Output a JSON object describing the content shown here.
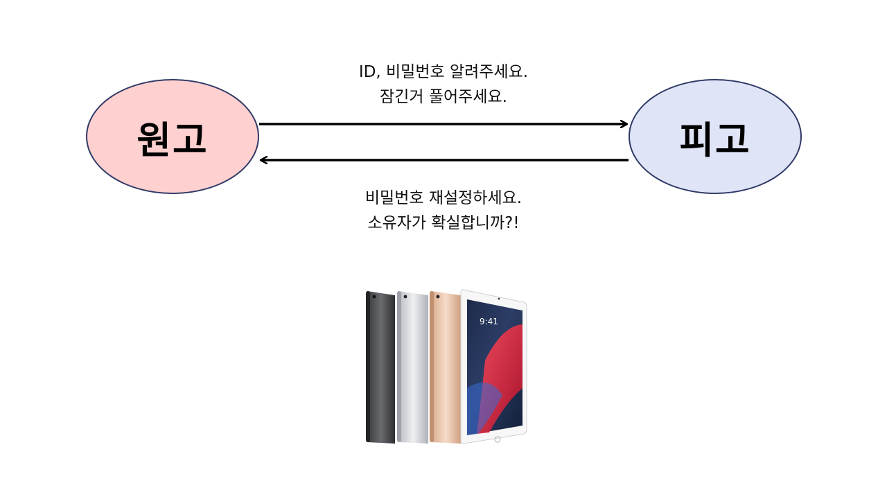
{
  "colors": {
    "plaintiff_fill": "#ffd0d0",
    "defendant_fill": "#dfe4f6",
    "node_border": "#2f3a66",
    "arrow": "#000000"
  },
  "nodes": {
    "plaintiff": {
      "label": "원고"
    },
    "defendant": {
      "label": "피고"
    }
  },
  "edges": [
    {
      "from": "plaintiff",
      "to": "defendant",
      "lines": [
        "ID, 비밀번호 알려주세요.",
        "잠긴거 풀어주세요."
      ]
    },
    {
      "from": "defendant",
      "to": "plaintiff",
      "lines": [
        "비밀번호 재설정하세요.",
        "소유자가 확실합니까?!"
      ]
    }
  ],
  "image": {
    "icon": "tablet-icon",
    "clock_text": "9:41",
    "variants": [
      "space-gray",
      "silver",
      "gold",
      "front-screen"
    ]
  }
}
